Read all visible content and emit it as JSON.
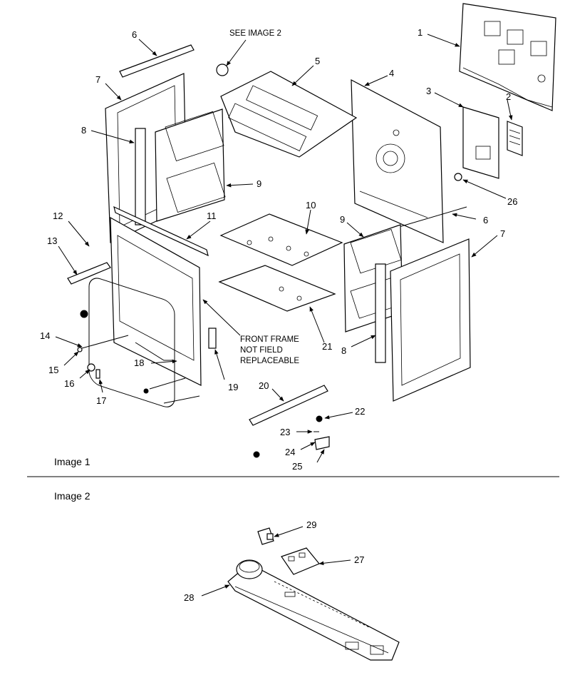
{
  "image1": {
    "caption": "Image 1",
    "notes": {
      "see_image_2": "SEE IMAGE 2",
      "front_frame": [
        "FRONT FRAME",
        "NOT FIELD",
        "REPLACEABLE"
      ]
    },
    "callouts": [
      "1",
      "2",
      "3",
      "4",
      "5",
      "6",
      "6",
      "7",
      "7",
      "8",
      "8",
      "9",
      "9",
      "10",
      "11",
      "12",
      "13",
      "14",
      "15",
      "16",
      "17",
      "18",
      "19",
      "20",
      "21",
      "22",
      "23",
      "24",
      "25",
      "26"
    ]
  },
  "image2": {
    "caption": "Image 2",
    "callouts": [
      "27",
      "28",
      "29"
    ]
  },
  "colors": {
    "line": "#000000",
    "background": "#ffffff"
  }
}
